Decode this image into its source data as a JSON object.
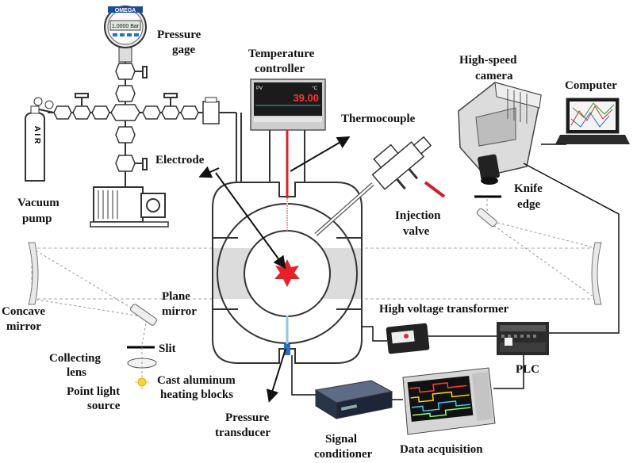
{
  "labels": {
    "pressure_gage_1": "Pressure",
    "pressure_gage_2": "gage",
    "temperature_controller_1": "Temperature",
    "temperature_controller_2": "controller",
    "high_speed_camera_1": "High-speed",
    "high_speed_camera_2": "camera",
    "computer": "Computer",
    "thermocouple": "Thermocouple",
    "electrode": "Electrode",
    "knife_edge_1": "Knife",
    "knife_edge_2": "edge",
    "injection_valve_1": "Injection",
    "injection_valve_2": "valve",
    "vacuum_pump_1": "Vacuum",
    "vacuum_pump_2": "pump",
    "concave_mirror_1": "Concave",
    "concave_mirror_2": "mirror",
    "plane_mirror_1": "Plane",
    "plane_mirror_2": "mirror",
    "high_voltage_transformer": "High voltage transformer",
    "slit": "Slit",
    "collecting_lens_1": "Collecting",
    "collecting_lens_2": "lens",
    "point_light_source_1": "Point light",
    "point_light_source_2": "source",
    "cast_aluminum_1": "Cast aluminum",
    "cast_aluminum_2": "heating blocks",
    "plc": "PLC",
    "pressure_transducer_1": "Pressure",
    "pressure_transducer_2": "transducer",
    "signal_conditioner_1": "Signal",
    "signal_conditioner_2": "conditioner",
    "data_acquisition": "Data acquisition"
  },
  "devices": {
    "gage_brand": "OMEGA",
    "gage_reading": "1.0000 Bar",
    "air_tank": "A I R",
    "temp_pv": "PV",
    "temp_unit": "°C",
    "temp_reading": "39.00"
  },
  "colors": {
    "flame": "#e8202a",
    "thermocouple_wire": "#e8202a",
    "transducer_line": "#8ec8ea",
    "schlieren_beam": "#d0d0d0",
    "valve_red": "#d11f2a"
  }
}
